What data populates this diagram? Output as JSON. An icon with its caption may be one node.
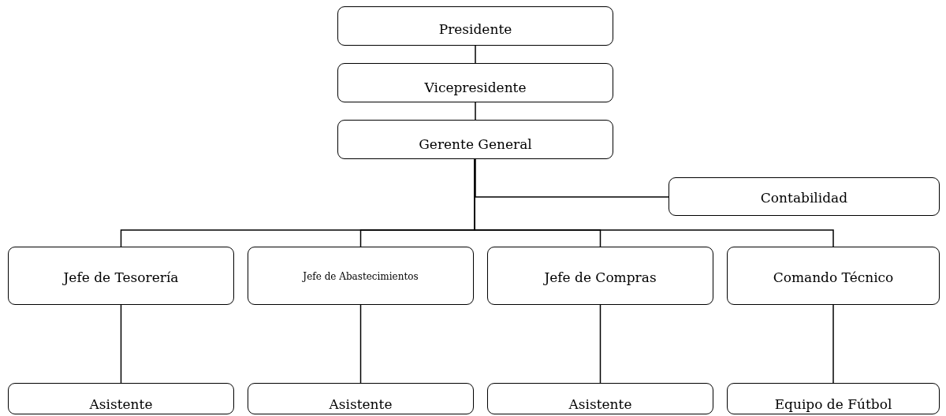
{
  "diagram": {
    "nodes": [
      {
        "text": [
          "Presidente"
        ]
      },
      {
        "text": [
          "Vicepresidente"
        ]
      },
      {
        "text": [
          "Gerente General"
        ]
      },
      {
        "text": [
          "Contabilidad"
        ]
      },
      {
        "text": [
          "Jefe de Tesorería"
        ]
      },
      {
        "text": [
          "Jefe de Abastecimientos"
        ]
      },
      {
        "text": [
          "Jefe de  Compras"
        ]
      },
      {
        "text": [
          "Comando Técnico"
        ]
      },
      {
        "text": [
          "Asistente"
        ]
      },
      {
        "text": [
          "Asistente"
        ]
      },
      {
        "text": [
          "Asistente"
        ]
      },
      {
        "text": [
          "Equipo de Fútbol"
        ]
      }
    ],
    "edges": [
      {
        "from": 0,
        "to": 1,
        "arrow": "none"
      },
      {
        "from": 1,
        "to": 2,
        "arrow": "none"
      },
      {
        "from": 2,
        "to": 3,
        "arrow": "none"
      },
      {
        "from": 2,
        "to": 4,
        "arrow": "none"
      },
      {
        "from": 2,
        "to": 5,
        "arrow": "none"
      },
      {
        "from": 2,
        "to": 6,
        "arrow": "none"
      },
      {
        "from": 2,
        "to": 7,
        "arrow": "none"
      },
      {
        "from": 4,
        "to": 8,
        "arrow": "none"
      },
      {
        "from": 5,
        "to": 9,
        "arrow": "none"
      },
      {
        "from": 6,
        "to": 10,
        "arrow": "none"
      },
      {
        "from": 7,
        "to": 11,
        "arrow": "none"
      }
    ]
  }
}
